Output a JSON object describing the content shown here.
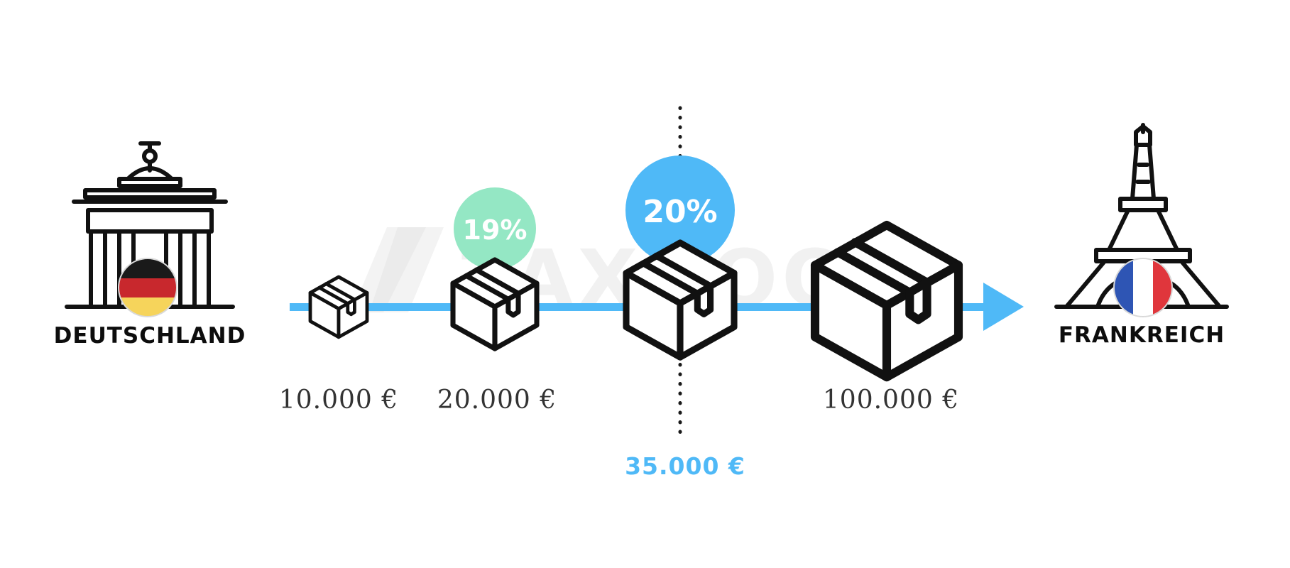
{
  "origin": {
    "country": "DEUTSCHLAND",
    "flag_colors": [
      "#1a1a1a",
      "#c8282d",
      "#f6d45b"
    ],
    "landmark_icon": "brandenburg-gate-icon"
  },
  "destination": {
    "country": "FRANKREICH",
    "flag_colors": [
      "#2e55b4",
      "#ffffff",
      "#e0363c"
    ],
    "landmark_icon": "eiffel-tower-icon"
  },
  "watermark": "TAXDOO",
  "timeline": {
    "arrow_color": "#4fb9f7",
    "packages": [
      {
        "amount": "10.000 €",
        "icon": "package-box-icon"
      },
      {
        "amount": "20.000 €",
        "icon": "package-box-icon"
      },
      {
        "amount": "",
        "icon": "package-box-icon"
      },
      {
        "amount": "100.000 €",
        "icon": "package-box-icon"
      }
    ],
    "rates": [
      {
        "label": "19%",
        "color": "#8ee6c1"
      },
      {
        "label": "20%",
        "color": "#4fb9f7"
      }
    ],
    "threshold": {
      "label": "35.000 €",
      "color": "#4fb9f7"
    }
  }
}
